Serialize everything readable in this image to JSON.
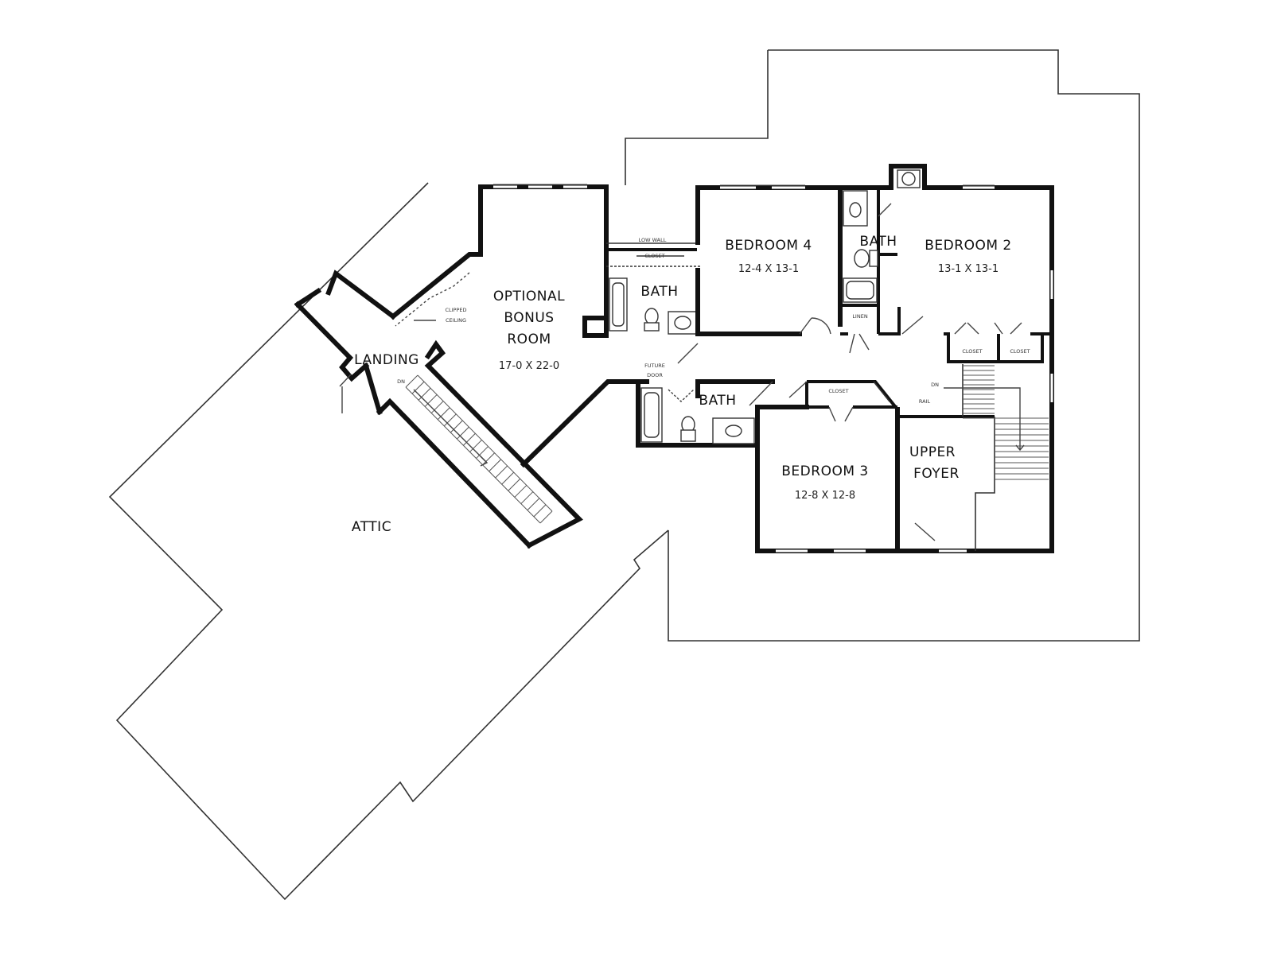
{
  "rooms": {
    "bonus": {
      "line1": "OPTIONAL",
      "line2": "BONUS",
      "line3": "ROOM",
      "dims": "17-0 X 22-0"
    },
    "bedroom4": {
      "name": "BEDROOM 4",
      "dims": "12-4 X 13-1"
    },
    "bedroom2": {
      "name": "BEDROOM 2",
      "dims": "13-1 X 13-1"
    },
    "bedroom3": {
      "name": "BEDROOM 3",
      "dims": "12-8 X 12-8"
    },
    "upper_foyer": {
      "line1": "UPPER",
      "line2": "FOYER"
    },
    "landing": {
      "name": "LANDING"
    },
    "attic": {
      "name": "ATTIC"
    },
    "bath_left": {
      "name": "BATH"
    },
    "bath_mid": {
      "name": "BATH"
    },
    "bath_right": {
      "name": "BATH"
    }
  },
  "notes": {
    "low_wall": "LOW WALL",
    "closet_bath": "CLOSET",
    "clipped_1": "CLIPPED",
    "clipped_2": "CEILING",
    "future_1": "FUTURE",
    "future_2": "DOOR",
    "linen": "LINEN",
    "closet_b3": "CLOSET",
    "closet_b2a": "CLOSET",
    "closet_b2b": "CLOSET",
    "dn_landing": "DN",
    "dn_foyer": "DN",
    "rail": "RAIL"
  }
}
